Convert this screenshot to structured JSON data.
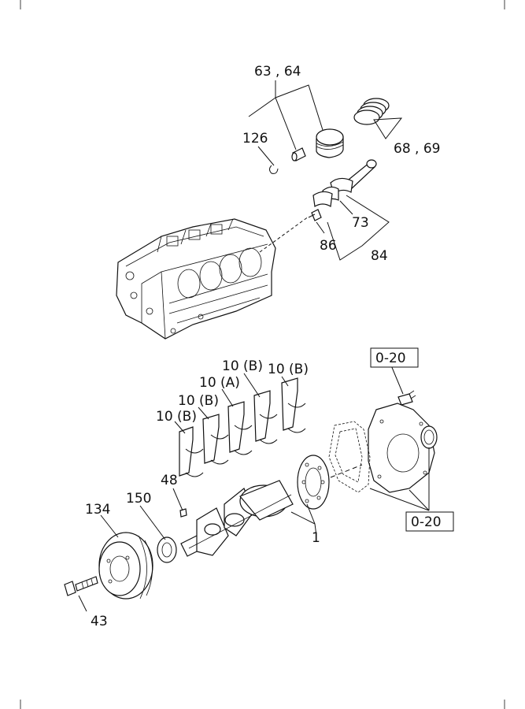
{
  "callouts": {
    "piston": "63 , 64",
    "piston_rings": "68 , 69",
    "snap_ring": "126",
    "rod_bearing": "73",
    "rod_assembly": "84",
    "rod_bolt": "86",
    "main_bearing_1": "10 (B)",
    "main_bearing_2": "10 (B)",
    "main_bearing_3": "10 (A)",
    "main_bearing_4": "10 (B)",
    "main_bearing_5": "10 (B)",
    "key": "48",
    "pulley": "134",
    "sprocket": "150",
    "crankshaft": "1",
    "bolt": "43",
    "ref_rear_cover_top": "0-20",
    "ref_rear_cover_bottom": "0-20"
  },
  "icons": {
    "engine_block": "engine-block-illustration",
    "piston": "piston-illustration",
    "crankshaft": "crankshaft-illustration"
  }
}
